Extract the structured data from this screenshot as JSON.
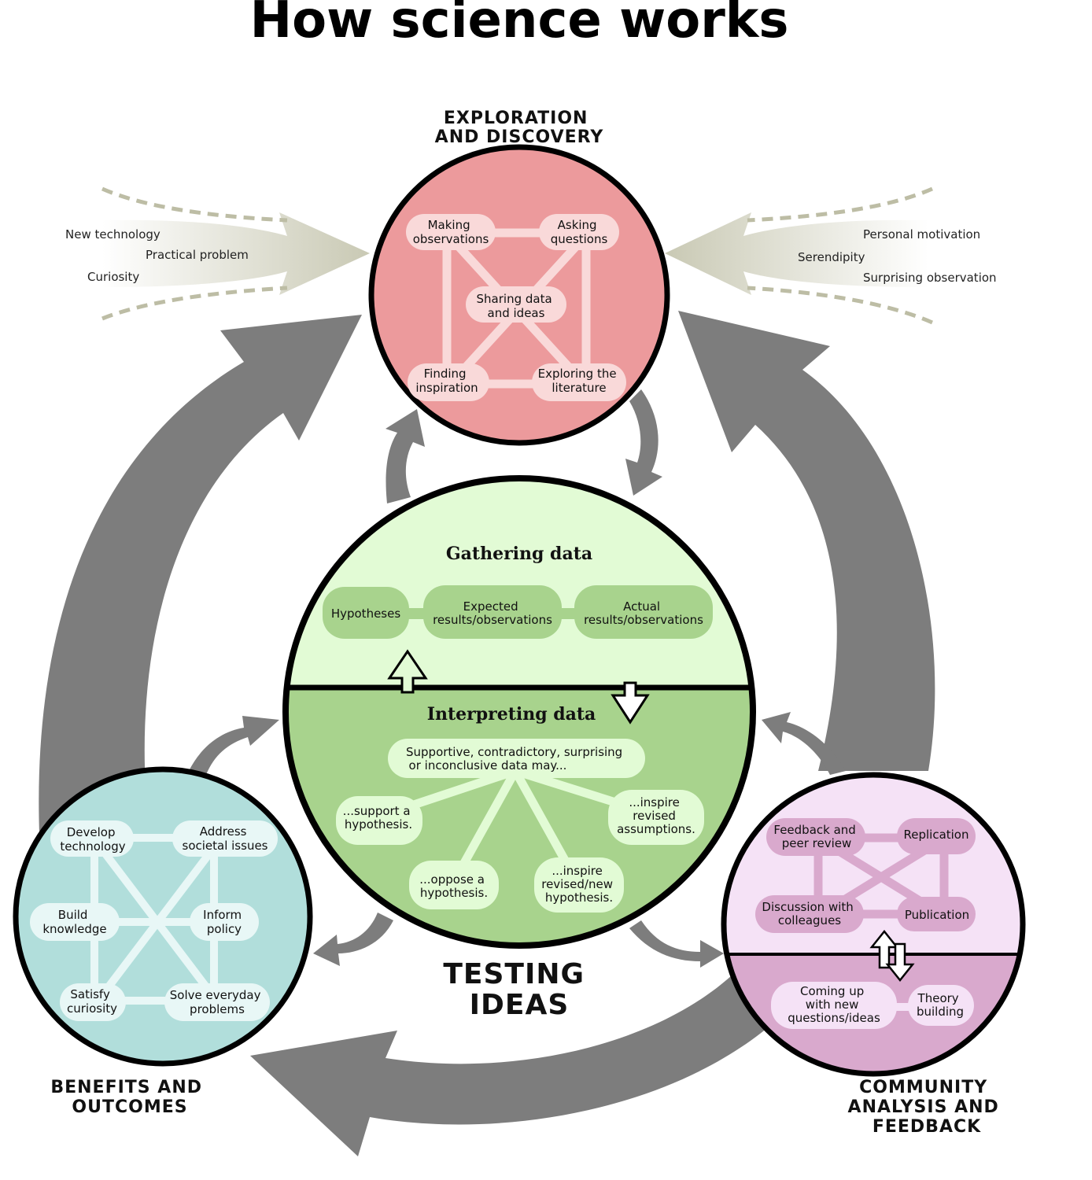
{
  "title": "How science works",
  "sections": {
    "exploration": {
      "label": [
        "EXPLORATION",
        "AND DISCOVERY"
      ],
      "nodes": {
        "making": [
          "Making",
          "observations"
        ],
        "asking": [
          "Asking",
          "questions"
        ],
        "sharing": [
          "Sharing data",
          "and ideas"
        ],
        "finding": [
          "Finding",
          "inspiration"
        ],
        "exploring": [
          "Exploring the",
          "literature"
        ]
      }
    },
    "testing": {
      "label": [
        "TESTING",
        "IDEAS"
      ],
      "gathering_title": "Gathering data",
      "gathering_nodes": {
        "hypotheses": [
          "Hypotheses"
        ],
        "expected": [
          "Expected",
          "results/observations"
        ],
        "actual": [
          "Actual",
          "results/observations"
        ]
      },
      "interpreting_title": "Interpreting data",
      "interpreting_nodes": {
        "center": [
          "Supportive, contradictory, surprising",
          "or inconclusive data may..."
        ],
        "support": [
          "...support a",
          "hypothesis."
        ],
        "inspire_assump": [
          "...inspire",
          "revised",
          "assumptions."
        ],
        "oppose": [
          "...oppose a",
          "hypothesis."
        ],
        "inspire_hyp": [
          "...inspire",
          "revised/new",
          "hypothesis."
        ]
      }
    },
    "benefits": {
      "label": [
        "BENEFITS AND",
        "OUTCOMES"
      ],
      "nodes": {
        "develop": [
          "Develop",
          "technology"
        ],
        "address": [
          "Address",
          "societal issues"
        ],
        "build": [
          "Build",
          "knowledge"
        ],
        "inform": [
          "Inform",
          "policy"
        ],
        "satisfy": [
          "Satisfy",
          "curiosity"
        ],
        "solve": [
          "Solve everyday",
          "problems"
        ]
      }
    },
    "community": {
      "label": [
        "COMMUNITY",
        "ANALYSIS AND",
        "FEEDBACK"
      ],
      "nodes": {
        "feedback": [
          "Feedback and",
          "peer review"
        ],
        "replication": [
          "Replication"
        ],
        "discussion": [
          "Discussion with",
          "colleagues"
        ],
        "publication": [
          "Publication"
        ],
        "coming": [
          "Coming up",
          "with new",
          "questions/ideas"
        ],
        "theory": [
          "Theory",
          "building"
        ]
      }
    }
  },
  "influences_left": [
    "New technology",
    "Practical problem",
    "Curiosity"
  ],
  "influences_right": [
    "Personal motivation",
    "Serendipity",
    "Surprising observation"
  ],
  "colors": {
    "exploration": "#ec9a9c",
    "gathering": "#e2fbd5",
    "interpreting": "#a8d38d",
    "benefits": "#b1dedb",
    "community_top": "#f5e2f6",
    "community_bottom": "#d9a9cd",
    "cycle_arrow": "#7d7d7d"
  }
}
